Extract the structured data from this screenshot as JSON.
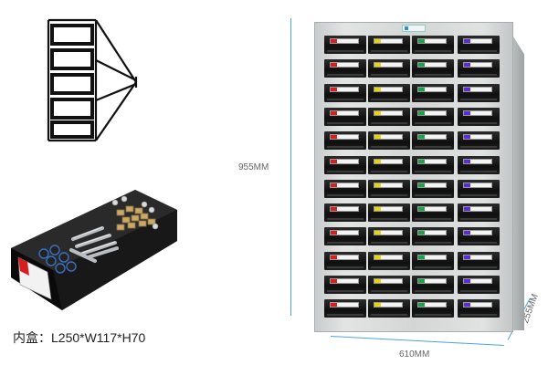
{
  "caption": "内盒：L250*W117*H70",
  "dimensions": {
    "height": "955MM",
    "width": "610MM",
    "depth": "255MM"
  },
  "cabinet": {
    "columns": 4,
    "rows": 12,
    "label_colors": [
      "#d62020",
      "#e8d40a",
      "#1aa34a",
      "#5a2bd6"
    ]
  },
  "colors": {
    "cabinet_body": "#d4d6d6",
    "drawer": "#141414",
    "dimension_line": "#4aa3df"
  }
}
